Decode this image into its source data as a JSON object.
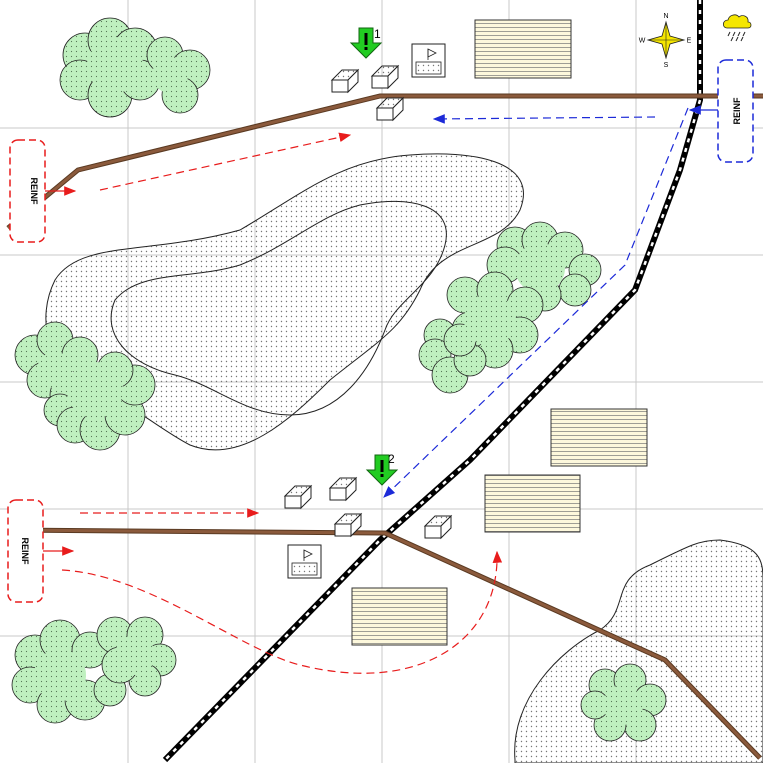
{
  "map": {
    "grid": true,
    "compass": {
      "north": "N",
      "south": "S",
      "east": "E",
      "west": "W"
    },
    "weather_icon": "rain-cloud-icon",
    "reinforcements": [
      {
        "id": "reinf-west-north",
        "label": "REINF",
        "color": "#e81c1c",
        "side": "west"
      },
      {
        "id": "reinf-west-south",
        "label": "REINF",
        "color": "#e81c1c",
        "side": "west"
      },
      {
        "id": "reinf-east",
        "label": "REINF",
        "color": "#1c2ad8",
        "side": "east"
      }
    ],
    "objectives": [
      {
        "id": "objective-1",
        "label": "1",
        "color": "#22cc22"
      },
      {
        "id": "objective-2",
        "label": "2",
        "color": "#22cc22"
      }
    ],
    "colors": {
      "road": "#8b5a3c",
      "railway": "#000000",
      "forest": "#bff0bf",
      "field": "#fdf8dc",
      "red_route": "#e81c1c",
      "blue_route": "#1c2ad8"
    }
  }
}
